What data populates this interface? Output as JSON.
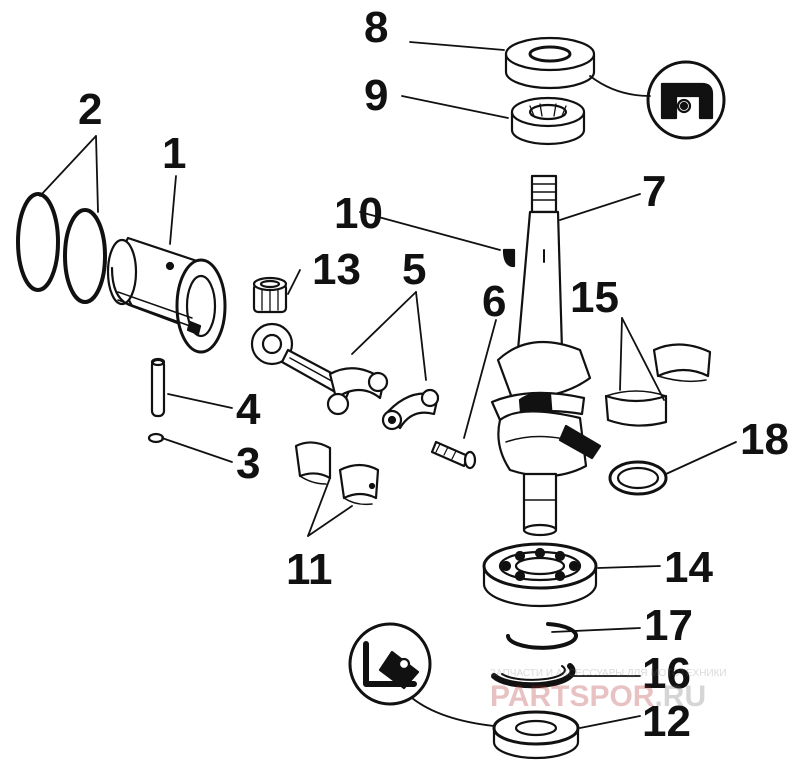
{
  "callouts": {
    "c1": "1",
    "c2": "2",
    "c3": "3",
    "c4": "4",
    "c5": "5",
    "c6": "6",
    "c7": "7",
    "c8": "8",
    "c9": "9",
    "c10": "10",
    "c11": "11",
    "c12": "12",
    "c13": "13",
    "c14": "14",
    "c15": "15",
    "c16": "16",
    "c17": "17",
    "c18": "18"
  },
  "watermark": {
    "tagline": "ЗАПЧАСТИ И АКСЕССУАРЫ ДЛЯ МОТОТЕХНИКИ",
    "brand": "PARTSPOR",
    "tld": ".RU"
  },
  "colors": {
    "ink": "#111111",
    "paper": "#ffffff",
    "watermark_brand": "#b02828"
  }
}
